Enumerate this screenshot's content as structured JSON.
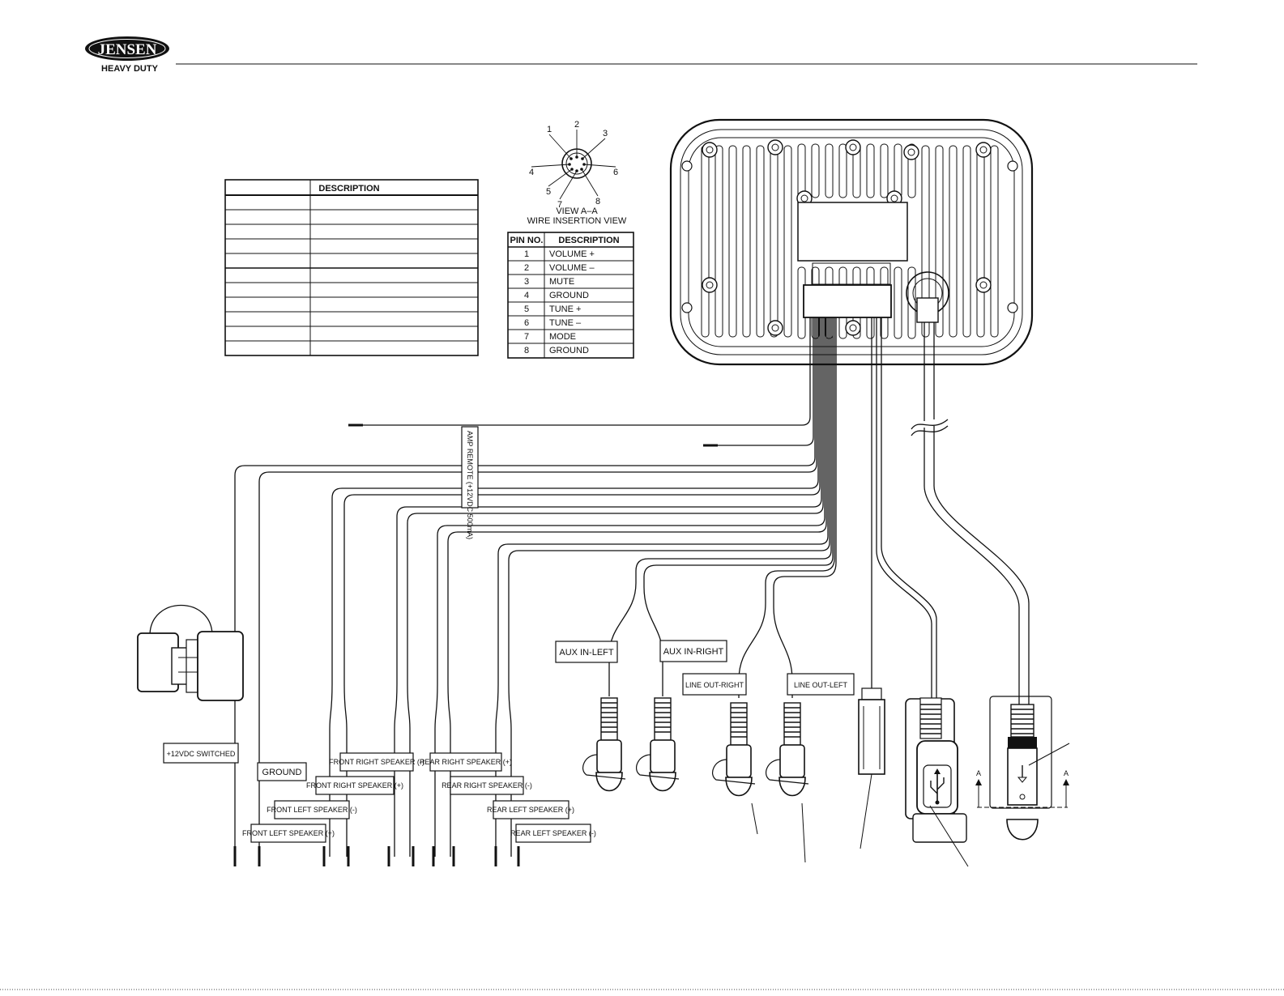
{
  "header": {
    "brand": "JENSEN",
    "brand_sub": "HEAVY DUTY"
  },
  "wire_table": {
    "header": "DESCRIPTION",
    "row_count": 11
  },
  "pin_diagram": {
    "pins": [
      "1",
      "2",
      "3",
      "4",
      "5",
      "6",
      "7",
      "8"
    ],
    "view_title": "VIEW A–A",
    "view_subtitle": "WIRE INSERTION VIEW"
  },
  "pin_table": {
    "headers": [
      "PIN NO.",
      "DESCRIPTION"
    ],
    "rows": [
      [
        "1",
        "VOLUME +"
      ],
      [
        "2",
        "VOLUME –"
      ],
      [
        "3",
        "MUTE"
      ],
      [
        "4",
        "GROUND"
      ],
      [
        "5",
        "TUNE +"
      ],
      [
        "6",
        "TUNE –"
      ],
      [
        "7",
        "MODE"
      ],
      [
        "8",
        "GROUND"
      ]
    ]
  },
  "wire_labels": {
    "amp_remote": "AMP REMOTE (+12VDC 500mA)",
    "switched": "+12VDC SWITCHED",
    "ground": "GROUND",
    "front_left_neg": "FRONT LEFT SPEAKER (-)",
    "front_left_pos": "FRONT LEFT SPEAKER (+)",
    "front_right_neg": "FRONT RIGHT SPEAKER (-)",
    "front_right_pos": "FRONT RIGHT SPEAKER (+)",
    "rear_right_pos": "REAR RIGHT SPEAKER (+)",
    "rear_right_neg": "REAR RIGHT SPEAKER (-)",
    "rear_left_pos": "REAR LEFT SPEAKER (+)",
    "rear_left_neg": "REAR LEFT SPEAKER (-)",
    "aux_left": "AUX IN-LEFT",
    "aux_right": "AUX IN-RIGHT",
    "line_out_right": "LINE OUT-RIGHT",
    "line_out_left": "LINE OUT-LEFT"
  },
  "section_marks": {
    "a_left": "A",
    "a_right": "A"
  },
  "icons": [
    "jensen-logo-icon",
    "usb-icon",
    "fuse-holder-icon",
    "rca-connector-icon"
  ]
}
